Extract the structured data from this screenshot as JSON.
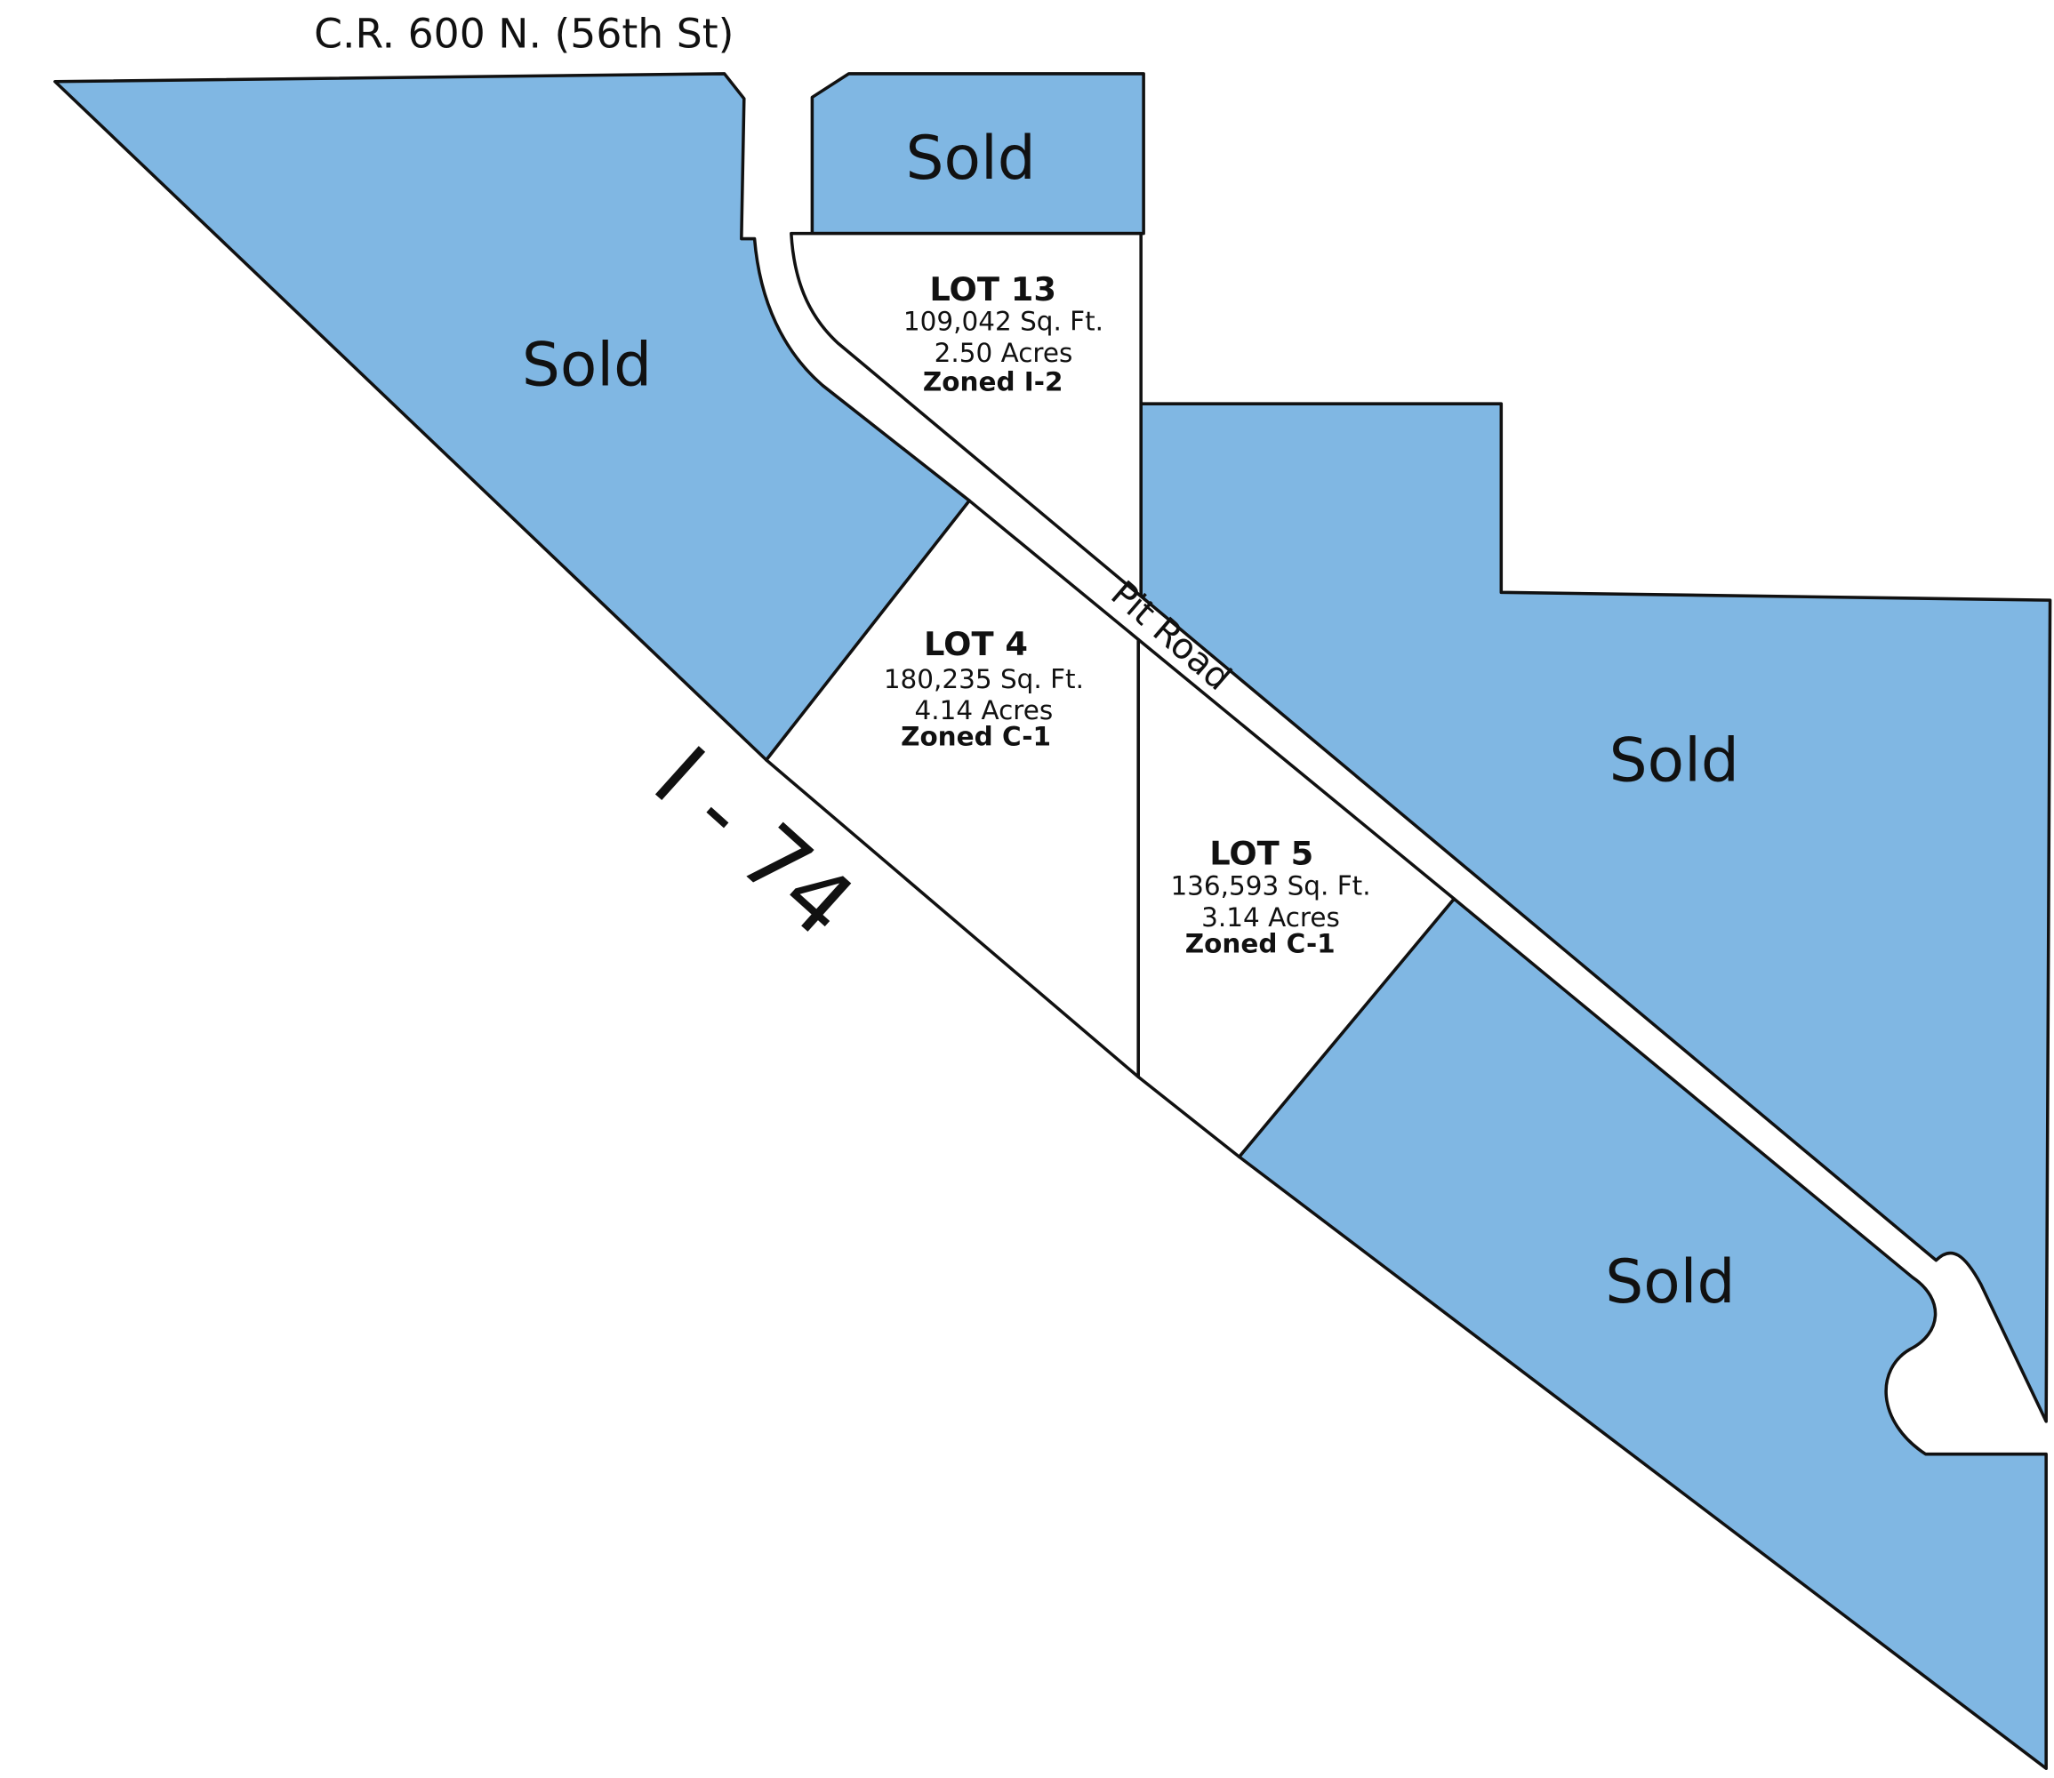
{
  "colors": {
    "sold": "#80b7e3",
    "available": "#ffffff",
    "outline": "#111111"
  },
  "roads": {
    "north": "C.R. 600 N. (56th St)",
    "interior": "Pit Road",
    "highway": "I - 74"
  },
  "sold_parcels": [
    {
      "label": "Sold"
    },
    {
      "label": "Sold"
    },
    {
      "label": "Sold"
    },
    {
      "label": "Sold"
    }
  ],
  "lots": [
    {
      "title": "LOT 13",
      "sqft": "109,042 Sq. Ft.",
      "acres": "2.50 Acres",
      "zoning": "Zoned I-2"
    },
    {
      "title": "LOT 4",
      "sqft": "180,235 Sq. Ft.",
      "acres": "4.14 Acres",
      "zoning": "Zoned C-1"
    },
    {
      "title": "LOT 5",
      "sqft": "136,593 Sq. Ft.",
      "acres": "3.14 Acres",
      "zoning": "Zoned C-1"
    }
  ]
}
